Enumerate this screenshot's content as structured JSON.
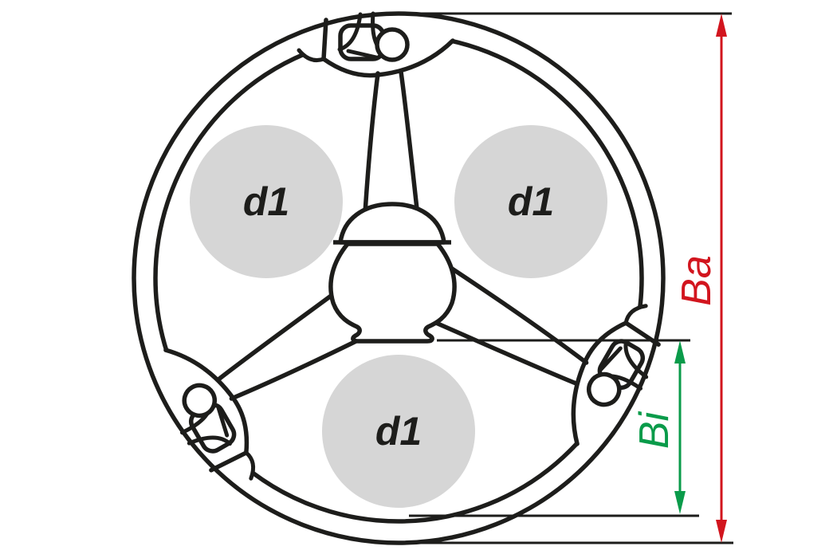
{
  "page": {
    "background": "#ffffff",
    "kind": "technical cross-section drawing"
  },
  "diagram": {
    "line_color": "#1d1d1b",
    "bores": {
      "fill": "#d6d6d6",
      "watermark_fill": "#e4e4e4",
      "label_color": "#1d1d1b",
      "labels": [
        "d1",
        "d1",
        "d1"
      ]
    },
    "dimensions": {
      "outer": {
        "label": "Ba",
        "color": "#d2151e"
      },
      "inner": {
        "label": "Bi",
        "color": "#0a9b4a"
      }
    }
  }
}
